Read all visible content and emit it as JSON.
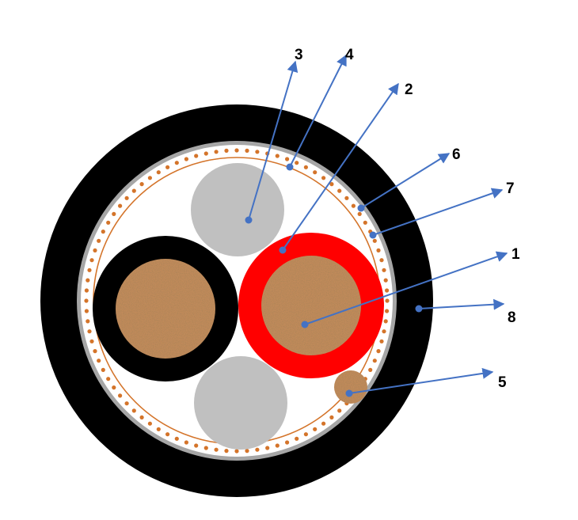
{
  "colors": {
    "outer_sheath": "#000000",
    "armor_band": "#a6a6a6",
    "tape_layer": "#ffffff",
    "wire_braid": "#d4742a",
    "filler": "#c0c0c0",
    "copper": "#c08a5a",
    "red_insulation": "#ff0000",
    "black_insulation": "#000000",
    "arrow": "#4472c4"
  },
  "labels": [
    {
      "id": "1",
      "text": "1"
    },
    {
      "id": "2",
      "text": "2"
    },
    {
      "id": "3",
      "text": "3"
    },
    {
      "id": "4",
      "text": "4"
    },
    {
      "id": "5",
      "text": "5"
    },
    {
      "id": "6",
      "text": "6"
    },
    {
      "id": "7",
      "text": "7"
    },
    {
      "id": "8",
      "text": "8"
    }
  ]
}
